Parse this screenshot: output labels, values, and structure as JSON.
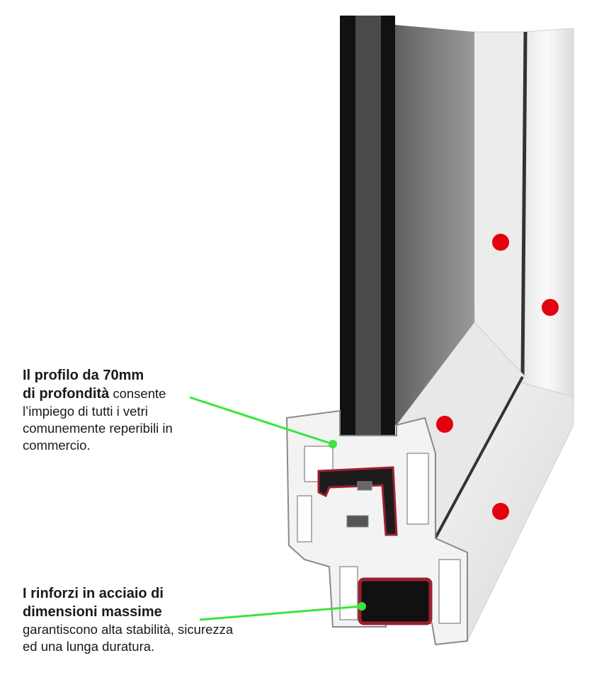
{
  "captions": {
    "profile": {
      "bold_line1": "Il profilo da 70mm",
      "bold_line2": "di profondità",
      "text_inline": " consente",
      "text_rest": "l’impiego di tutti i vetri comunemente reperibili in commercio."
    },
    "reinforcements": {
      "bold_line1": "I rinforzi in acciaio di",
      "bold_line2": "dimensioni massime",
      "text_rest": "garantiscono alta stabilità, sicurezza ed una lunga duratura."
    }
  },
  "colors": {
    "marker_red": "#e3000f",
    "pointer_green": "#39e639",
    "profile_white": "#f1f1f1",
    "glass_dark": "#1a1a1a",
    "gasket_red": "#9a2030"
  },
  "markers": {
    "count": 4
  },
  "pointers": {
    "count": 2
  }
}
